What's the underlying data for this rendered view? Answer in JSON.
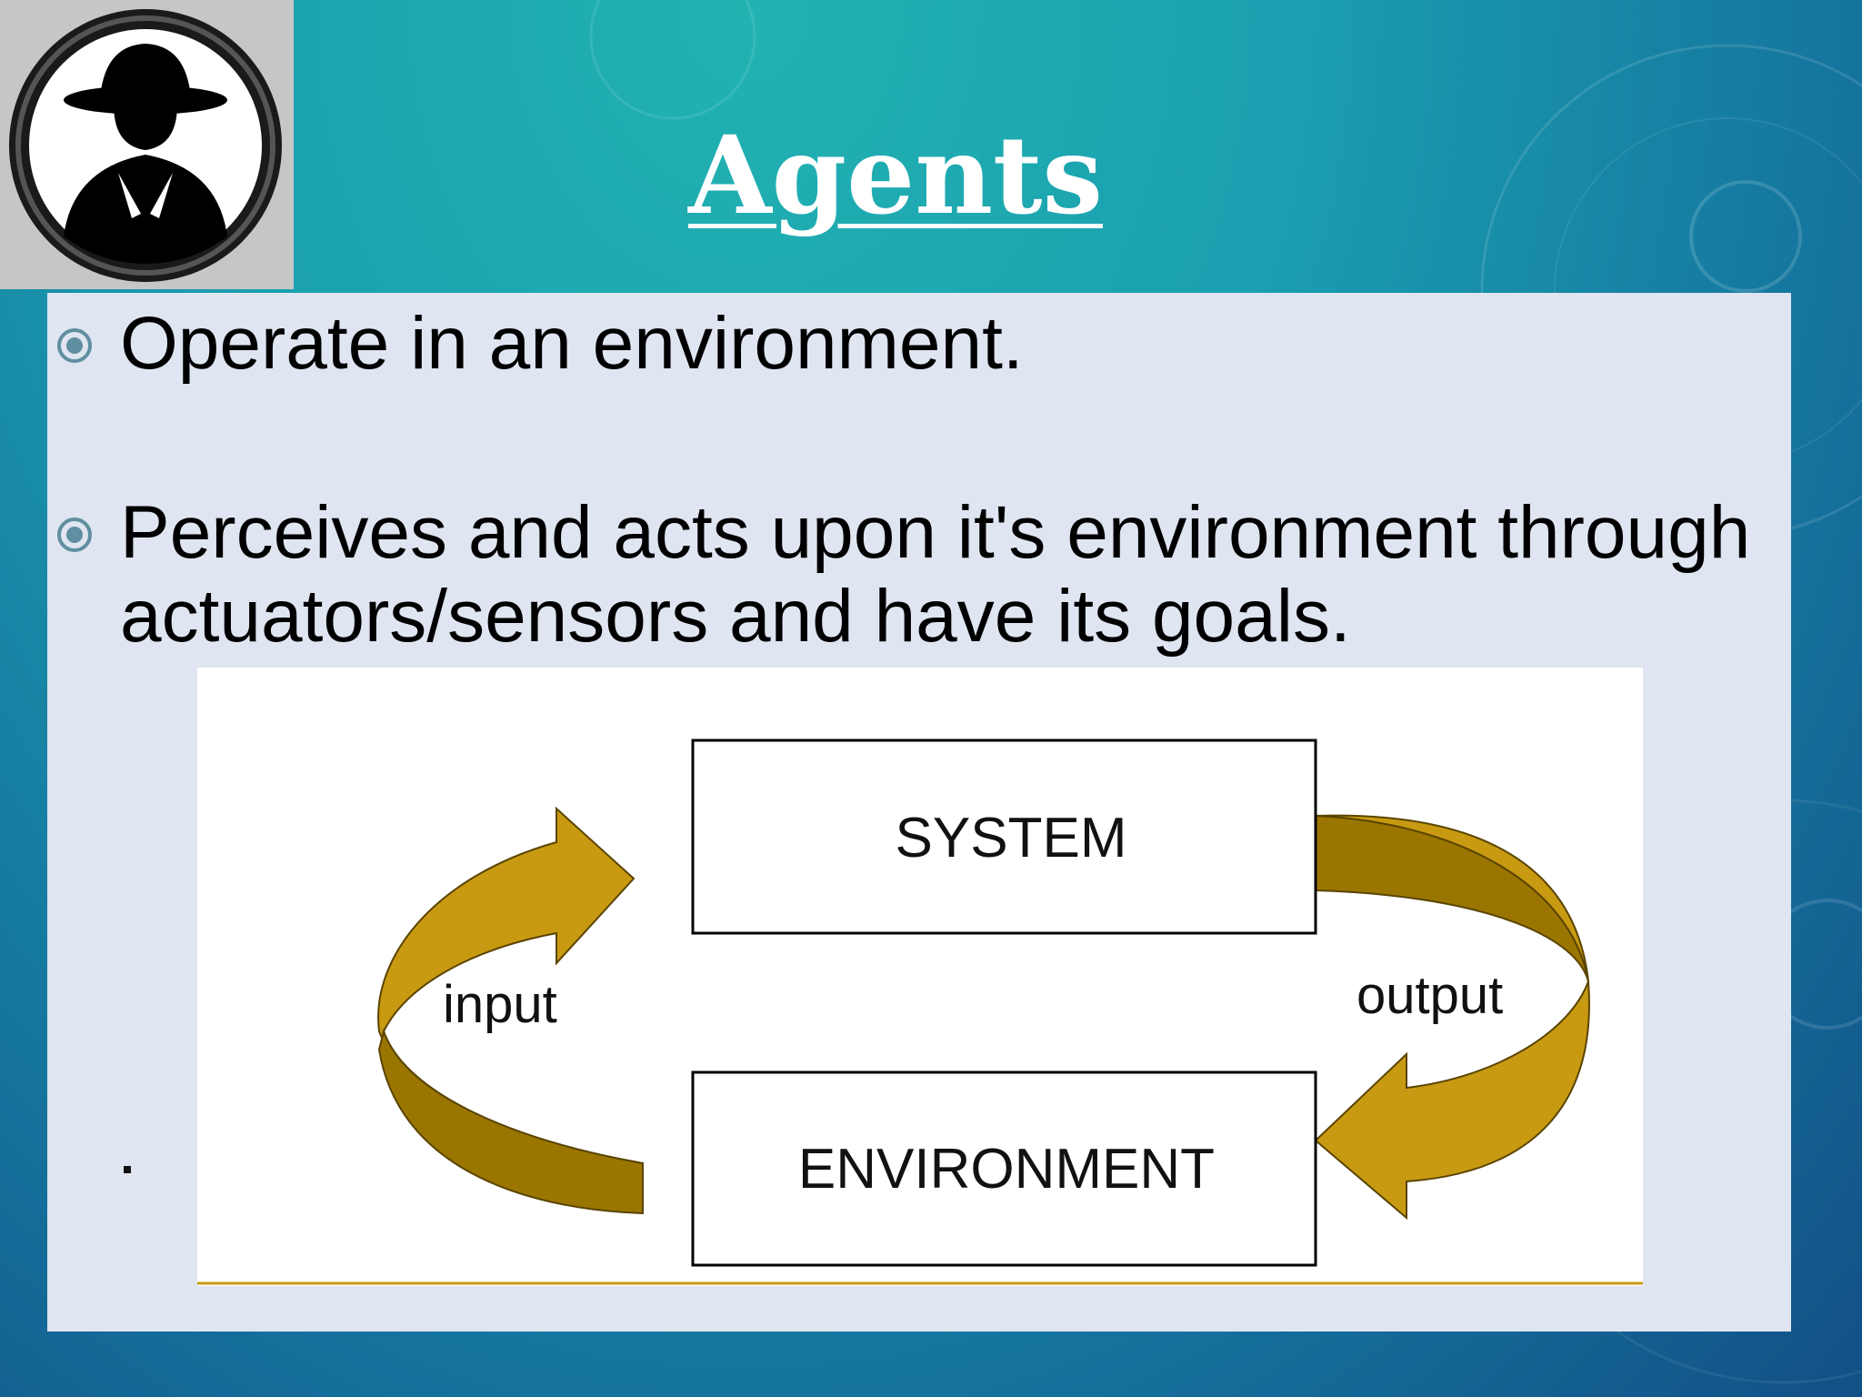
{
  "slide": {
    "title": "Agents",
    "bullets": [
      "Operate in an environment.",
      "Perceives and acts upon it's environment through actuators/sensors and have its goals."
    ]
  },
  "logo": {
    "icon": "spy-icon"
  },
  "diagram": {
    "boxes": {
      "top": "SYSTEM",
      "bottom": "ENVIRONMENT"
    },
    "arrows": {
      "left": "input",
      "right": "output"
    },
    "colors": {
      "arrow_fill": "#c89a12",
      "arrow_dark": "#9a7600"
    }
  }
}
